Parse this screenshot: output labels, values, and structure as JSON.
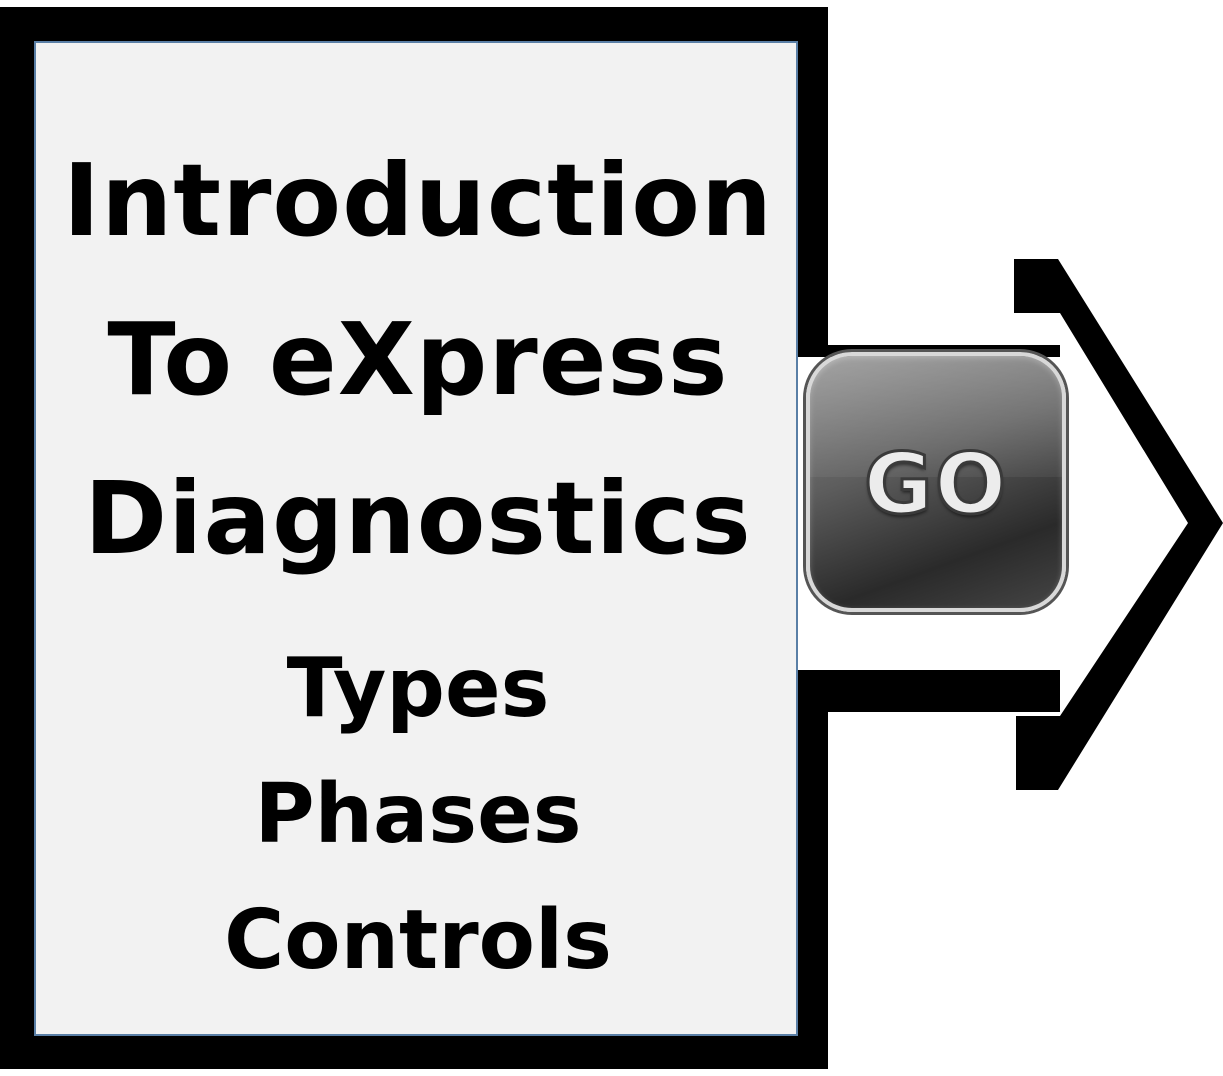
{
  "colors": {
    "frame": "#000000",
    "panel_fill": "#f2f2f2",
    "panel_border": "#5a7fa6",
    "button_dark": "#2a2a2a",
    "button_text": "#ececec"
  },
  "card": {
    "title_lines": [
      "Introduction",
      "To eXpress",
      "Diagnostics"
    ],
    "topics": [
      "Types",
      "Phases",
      "Controls"
    ]
  },
  "go_button": {
    "label": "GO",
    "icon": "go-button-icon"
  },
  "arrow": {
    "icon": "chevron-right-arrow-icon",
    "direction": "right"
  }
}
